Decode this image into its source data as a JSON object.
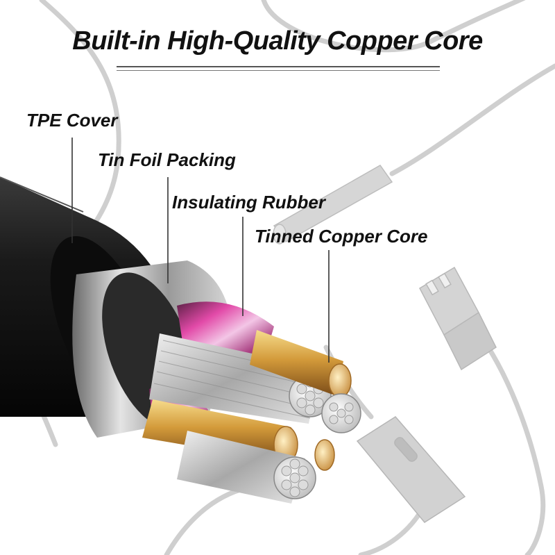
{
  "title": "Built-in High-Quality Copper Core",
  "labels": {
    "tpe_cover": "TPE Cover",
    "tin_foil": "Tin Foil Packing",
    "insulating_rubber": "Insulating Rubber",
    "tinned_copper_core": "Tinned Copper Core"
  },
  "colors": {
    "background": "#ffffff",
    "text": "#111111",
    "jacket": "#1c1c1c",
    "foil": "#b9b9b9",
    "copper": "#d9a648",
    "tinned_strand": "#cfcfcf",
    "ghost_cable": "#c8c8c8"
  }
}
